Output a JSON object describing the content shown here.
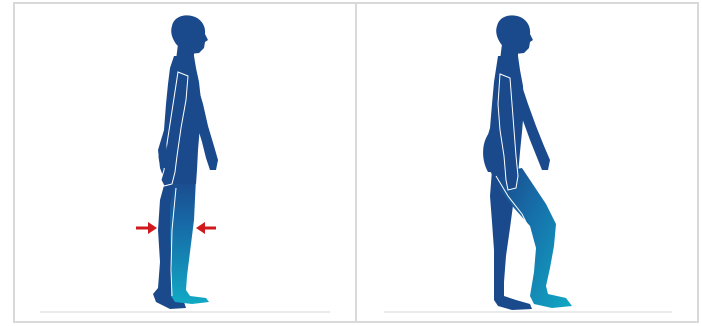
{
  "diagram": {
    "panels": [
      {
        "id": "standing",
        "figure": "standing-human-silhouette",
        "markers": [
          "compression-arrow-left",
          "compression-arrow-right"
        ]
      },
      {
        "id": "walking",
        "figure": "walking-human-silhouette",
        "markers": []
      }
    ],
    "colors": {
      "body": "#1b4a8c",
      "leg_gradient_top": "#1b4a8c",
      "leg_gradient_bottom": "#11a9c4",
      "arrow": "#d0191d",
      "ground": "#d5d5d5",
      "panel_border": "#d9d9d9",
      "outline": "#ffffff"
    }
  }
}
